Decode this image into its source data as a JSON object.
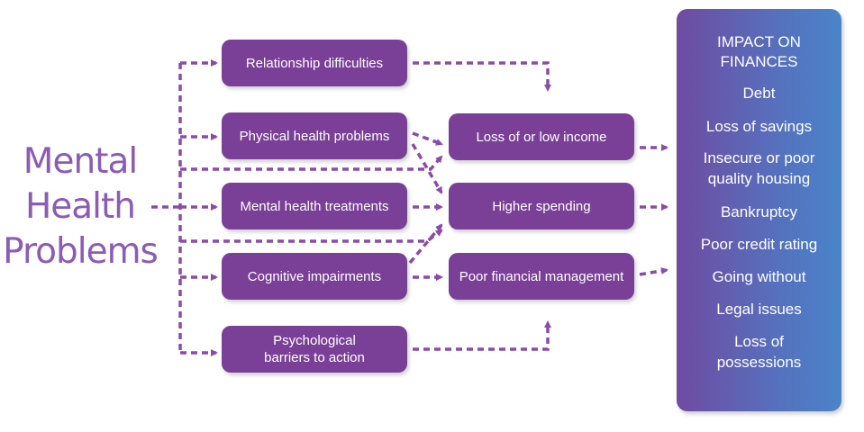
{
  "source": {
    "text": "Mental\nHealth\nProblems"
  },
  "causes": [
    {
      "id": "relationship",
      "label": "Relationship difficulties"
    },
    {
      "id": "physical",
      "label": "Physical health problems"
    },
    {
      "id": "treatments",
      "label": "Mental health treatments"
    },
    {
      "id": "cognitive",
      "label": "Cognitive impairments"
    },
    {
      "id": "psychological",
      "label": "Psychological\nbarriers to action"
    }
  ],
  "effects": [
    {
      "id": "income",
      "label": "Loss of or low income"
    },
    {
      "id": "spending",
      "label": "Higher spending"
    },
    {
      "id": "management",
      "label": "Poor financial management"
    }
  ],
  "impact": {
    "title": "IMPACT ON\nFINANCES",
    "items": [
      "Debt",
      "Loss of savings",
      "Insecure or poor\nquality housing",
      "Bankruptcy",
      "Poor credit rating",
      "Going without",
      "Legal issues",
      "Loss of\npossessions"
    ]
  },
  "colors": {
    "box_fill": "#7a3f96",
    "arrow": "#8a4bab",
    "source_text": "#8c5bb5",
    "panel_gradient_start": "#6f4ba1",
    "panel_gradient_end": "#4a84c9"
  }
}
